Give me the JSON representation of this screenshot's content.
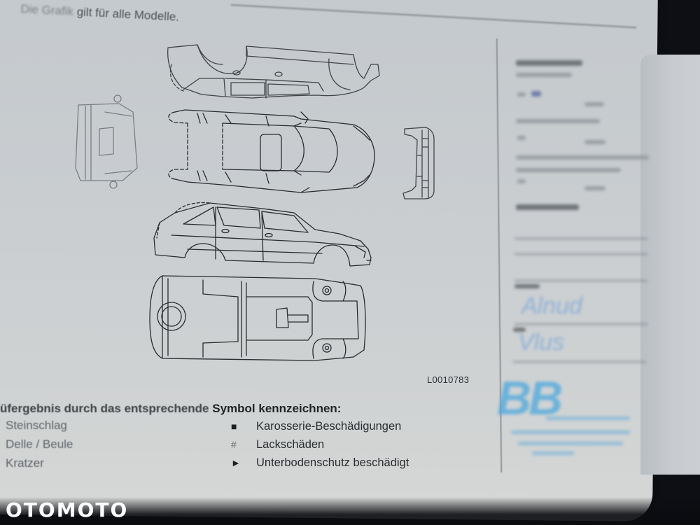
{
  "header": {
    "note_faded": "Die Grafik",
    "note": "gilt für alle Modelle."
  },
  "diagram": {
    "figure_code": "L0010783",
    "views": [
      "top-view-upper-body",
      "rear-view",
      "top-view-roof",
      "front-view",
      "side-view",
      "underbody-view"
    ],
    "line_color": "#2a2c30"
  },
  "legend": {
    "title_prefix": "Prüfergebnis durch das entsprechende",
    "title_prefix_visible": "üfergebnis durch das entsprechende",
    "title_suffix": "Symbol kennzeichnen:",
    "left_items": [
      "Steinschlag",
      "Delle / Beule",
      "Kratzer"
    ],
    "right_items": [
      {
        "symbol": "■",
        "icon": "filled-square-icon",
        "label": "Karosserie-Beschädigungen"
      },
      {
        "symbol": "#",
        "icon": "hash-icon",
        "label": "Lackschäden"
      },
      {
        "symbol": "►",
        "icon": "triangle-right-icon",
        "label": "Unterbodenschutz beschädigt"
      }
    ]
  },
  "side_panel": {
    "stamp_text": "BB",
    "handwriting_1": "Alnud",
    "handwriting_2": "Vlus",
    "stamp_color": "#4aa7de"
  },
  "watermark": {
    "brand": "OTOMOTO"
  }
}
